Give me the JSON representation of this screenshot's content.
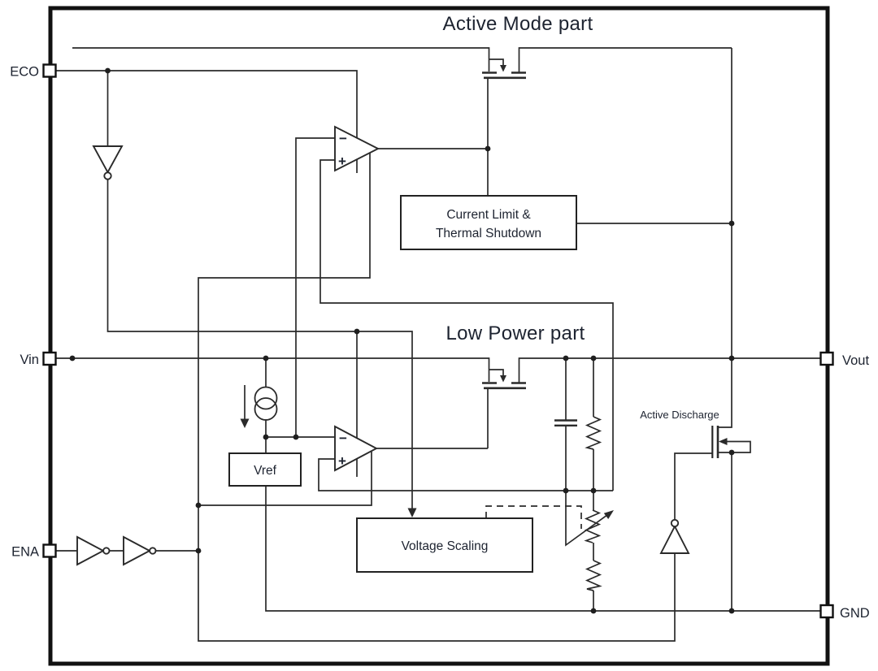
{
  "titles": {
    "active": "Active Mode part",
    "low_power": "Low Power part"
  },
  "pins": {
    "eco": "ECO",
    "vin": "Vin",
    "ena": "ENA",
    "vout": "Vout",
    "gnd": "GND"
  },
  "blocks": {
    "current_limit_line1": "Current Limit &",
    "current_limit_line2": "Thermal Shutdown",
    "vref": "Vref",
    "voltage_scaling": "Voltage Scaling",
    "active_discharge": "Active Discharge"
  },
  "symbols": {
    "minus": "−",
    "plus": "+"
  },
  "colors": {
    "line": "#2a2a2a",
    "border": "#111111",
    "text": "#1d2330",
    "background": "#ffffff"
  }
}
